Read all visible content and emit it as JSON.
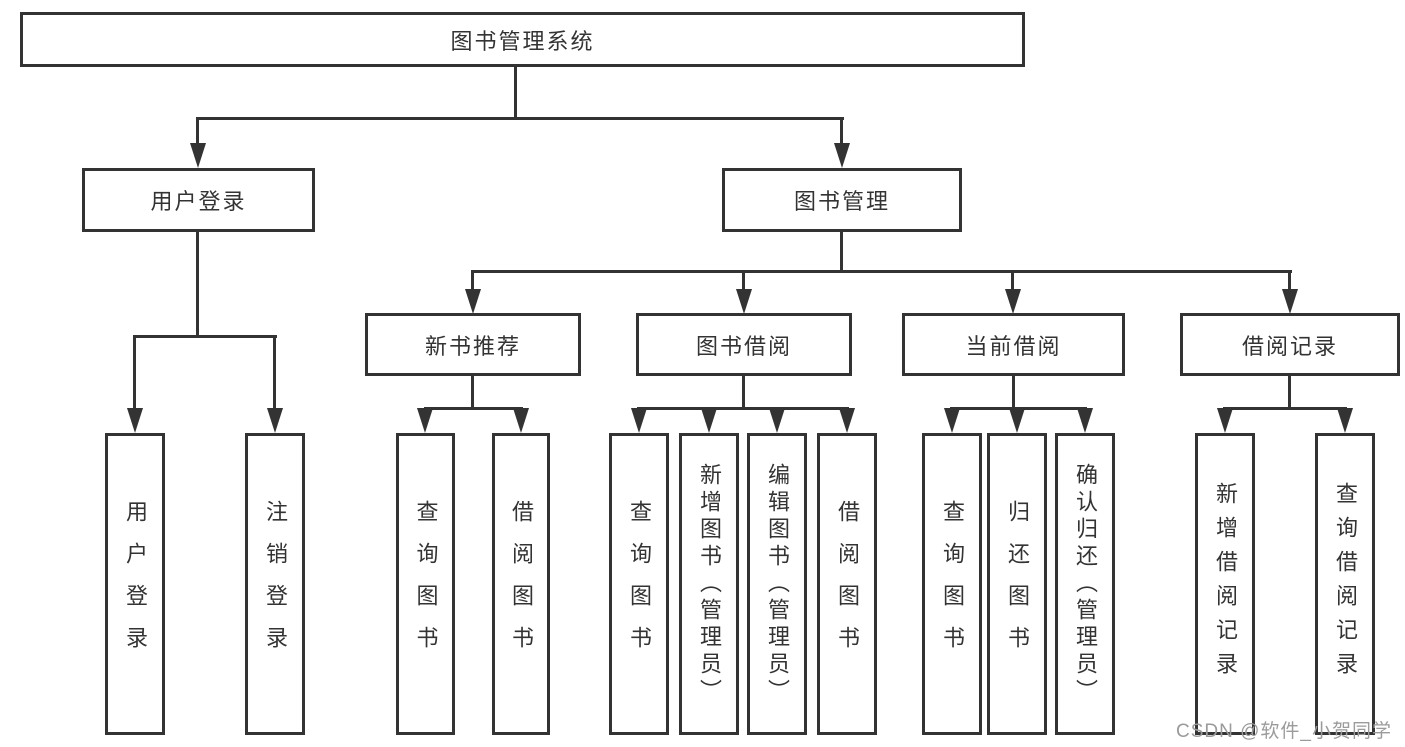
{
  "title": "图书管理系统",
  "nodes": {
    "root": "图书管理系统",
    "user_login": "用户登录",
    "book_mgmt": "图书管理",
    "new_rec": "新书推荐",
    "borrow": "图书借阅",
    "current": "当前借阅",
    "records": "借阅记录",
    "leaf_user_login": "用户登录",
    "leaf_logout": "注销登录",
    "rec_query": "查询图书",
    "rec_borrow": "借阅图书",
    "bor_query": "查询图书",
    "bor_add": "新增图书（管理员）",
    "bor_edit": "编辑图书（管理员）",
    "bor_borrow": "借阅图书",
    "cur_query": "查询图书",
    "cur_return": "归还图书",
    "cur_confirm": "确认归还（管理员）",
    "rcd_add": "新增借阅记录",
    "rcd_query": "查询借阅记录"
  },
  "watermark": "CSDN @软件_小贺同学",
  "colors": {
    "line": "#333333",
    "text": "#333333",
    "watermark": "#9b9b9b",
    "background": "#ffffff"
  }
}
